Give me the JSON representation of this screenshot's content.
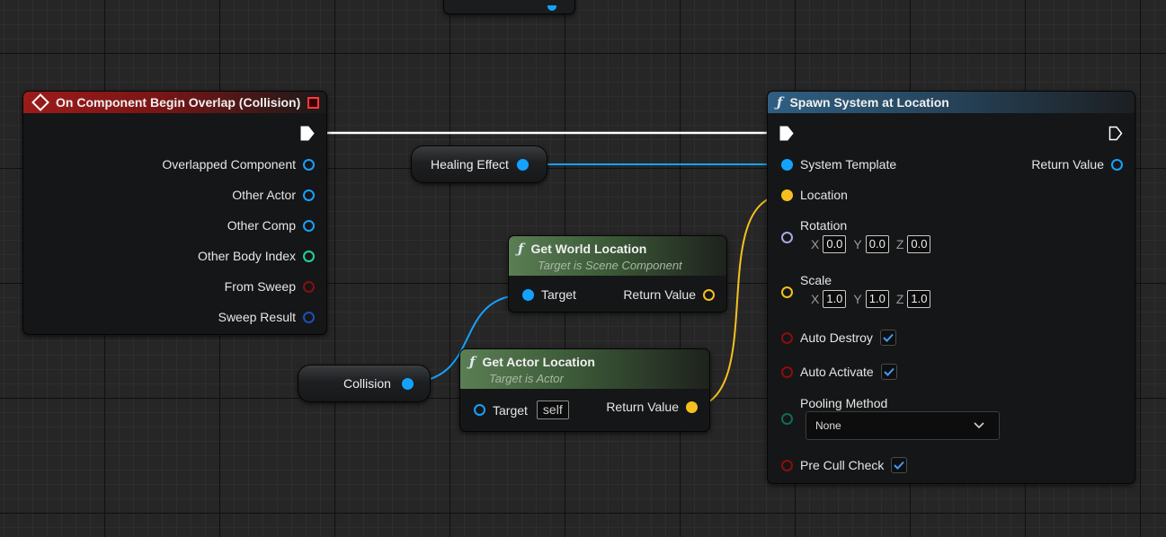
{
  "colors": {
    "exec_pin": "#ffffff",
    "object_pin": "#14a2ff",
    "vector_pin": "#f5c01f",
    "rotator_pin": "#a5a9e6",
    "struct_pin": "#1f4eb8",
    "bool_pin": "#8c0d0d",
    "int_pin": "#20d39e",
    "enum_pin": "#0f6a5d",
    "event_header": "#9c1b1b",
    "function_header": "#2f5e82",
    "pure_header": "#5b7e54"
  },
  "event_node": {
    "title": "On Component Begin Overlap (Collision)",
    "icon": "event-diamond-icon",
    "close_icon": "red-square-icon",
    "pins": [
      {
        "label": "Overlapped Component",
        "type": "object"
      },
      {
        "label": "Other Actor",
        "type": "object"
      },
      {
        "label": "Other Comp",
        "type": "object"
      },
      {
        "label": "Other Body Index",
        "type": "int"
      },
      {
        "label": "From Sweep",
        "type": "bool"
      },
      {
        "label": "Sweep Result",
        "type": "struct"
      }
    ]
  },
  "healing_var": {
    "label": "Healing Effect"
  },
  "collision_var": {
    "label": "Collision"
  },
  "get_world_location": {
    "title": "Get World Location",
    "subtitle": "Target is Scene Component",
    "input_label": "Target",
    "output_label": "Return Value"
  },
  "get_actor_location": {
    "title": "Get Actor Location",
    "subtitle": "Target is Actor",
    "input_label": "Target",
    "input_default": "self",
    "output_label": "Return Value"
  },
  "spawn_node": {
    "title": "Spawn System at Location",
    "system_template": "System Template",
    "return_value": "Return Value",
    "location": "Location",
    "rotation": "Rotation",
    "rotation_x": "0.0",
    "rotation_y": "0.0",
    "rotation_z": "0.0",
    "scale": "Scale",
    "scale_x": "1.0",
    "scale_y": "1.0",
    "scale_z": "1.0",
    "axis_x": "X",
    "axis_y": "Y",
    "axis_z": "Z",
    "auto_destroy": "Auto Destroy",
    "auto_destroy_checked": true,
    "auto_activate": "Auto Activate",
    "auto_activate_checked": true,
    "pooling_method": "Pooling Method",
    "pooling_value": "None",
    "pre_cull_check": "Pre Cull Check",
    "pre_cull_checked": true
  }
}
